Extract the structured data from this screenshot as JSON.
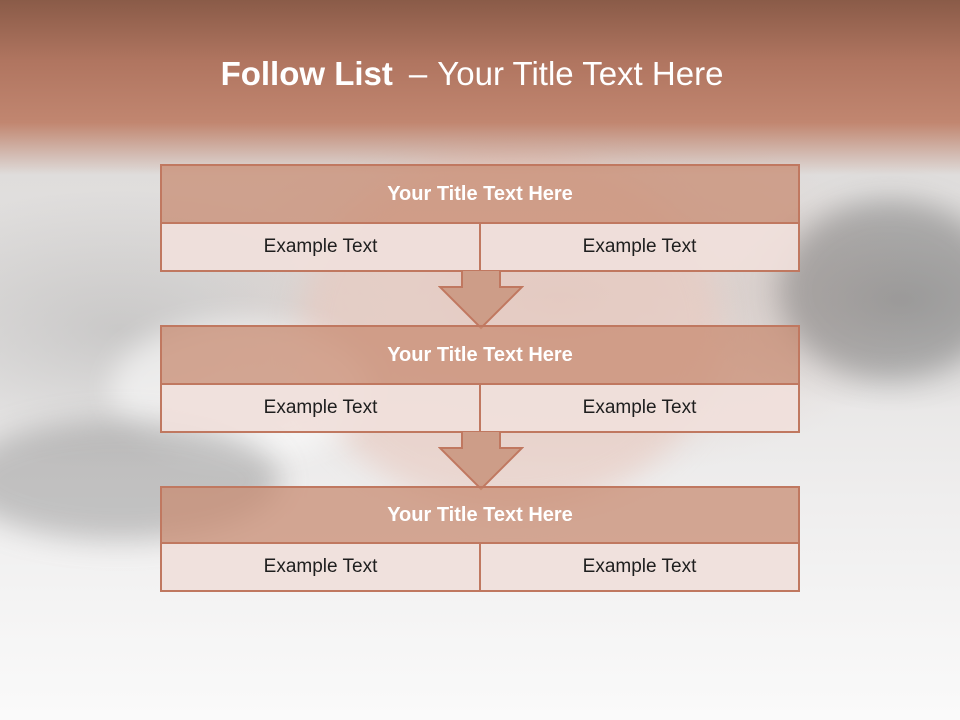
{
  "title": {
    "bold": "Follow List",
    "separator": "–",
    "rest": "Your Title Text Here"
  },
  "steps": [
    {
      "heading": "Your Title Text Here",
      "left": "Example Text",
      "right": "Example Text"
    },
    {
      "heading": "Your Title Text Here",
      "left": "Example Text",
      "right": "Example Text"
    },
    {
      "heading": "Your Title Text Here",
      "left": "Example Text",
      "right": "Example Text"
    }
  ],
  "colors": {
    "accent": "#c07860",
    "header_fill": "#cd9d88",
    "cell_fill": "#f0e0db",
    "band": "#b07560"
  },
  "icons": [
    "down-arrow-icon",
    "down-arrow-icon"
  ]
}
